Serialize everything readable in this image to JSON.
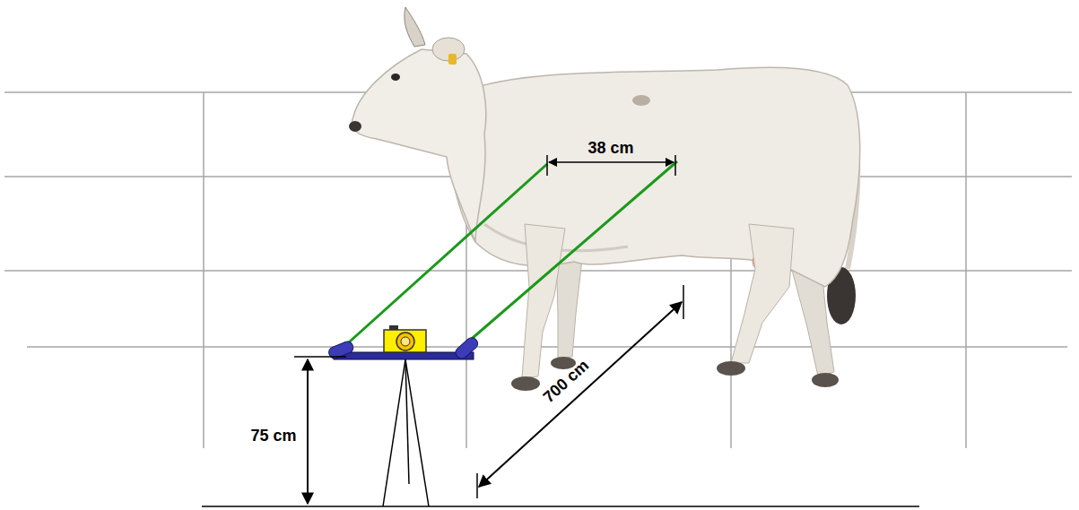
{
  "diagram": {
    "labels": [
      "38 cm",
      "700 cm",
      "75 cm"
    ]
  }
}
